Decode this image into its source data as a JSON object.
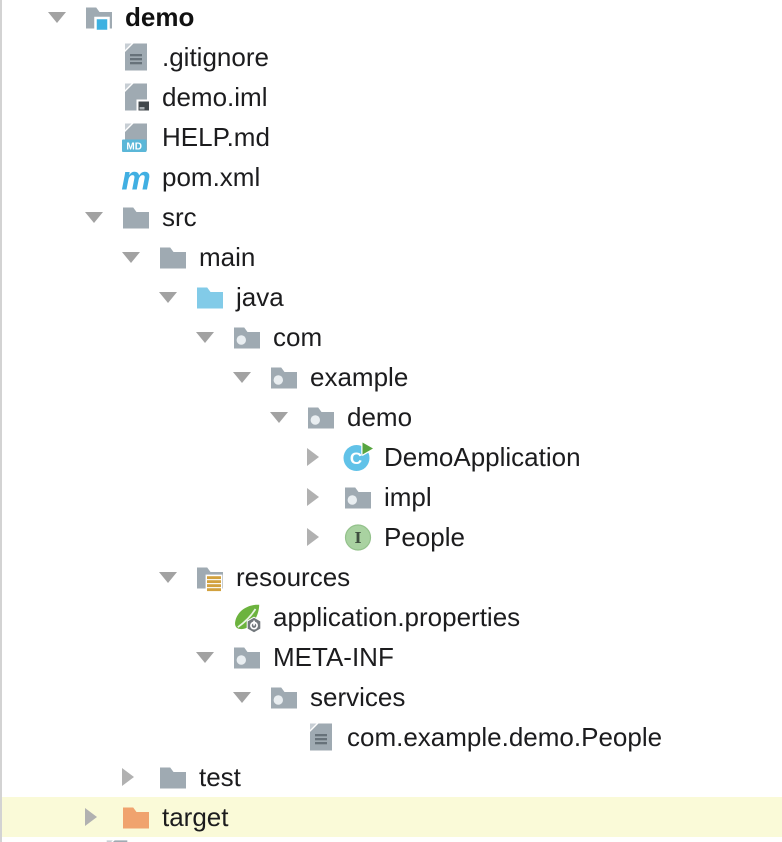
{
  "colors": {
    "background": "#ffffff",
    "panel_border": "#d3d3d3",
    "text": "#1c1c1e",
    "highlight_row_yellow": "#fafad8",
    "chevron_gray": "#a2a2a2",
    "folder_gray": "#9faab2",
    "source_root_blue": "#82cbe8",
    "excluded_folder_orange": "#f0a36e",
    "project_badge_blue": "#3eb1e1",
    "resources_badge_gold": "#d2a13e",
    "maven_blue": "#41afe2",
    "class_circle_blue": "#61c2e8",
    "run_arrow_green": "#57a53f",
    "interface_circle_green": "#a9d2a1",
    "spring_leaf_green": "#6cb33e",
    "md_badge_blue": "#5bb7d8"
  },
  "tree": {
    "rows": [
      {
        "label": "demo",
        "level": 0,
        "chevron": "expanded",
        "icon": "project-folder-icon",
        "bold": true,
        "highlighted": false
      },
      {
        "label": ".gitignore",
        "level": 1,
        "chevron": "none",
        "icon": "text-file-icon",
        "bold": false,
        "highlighted": false
      },
      {
        "label": "demo.iml",
        "level": 1,
        "chevron": "none",
        "icon": "module-file-icon",
        "bold": false,
        "highlighted": false
      },
      {
        "label": "HELP.md",
        "level": 1,
        "chevron": "none",
        "icon": "markdown-file-icon",
        "bold": false,
        "highlighted": false
      },
      {
        "label": "pom.xml",
        "level": 1,
        "chevron": "none",
        "icon": "maven-icon",
        "bold": false,
        "highlighted": false
      },
      {
        "label": "src",
        "level": 1,
        "chevron": "expanded",
        "icon": "folder-icon",
        "bold": false,
        "highlighted": false
      },
      {
        "label": "main",
        "level": 2,
        "chevron": "expanded",
        "icon": "folder-icon",
        "bold": false,
        "highlighted": false
      },
      {
        "label": "java",
        "level": 3,
        "chevron": "expanded",
        "icon": "source-root-folder-icon",
        "bold": false,
        "highlighted": false
      },
      {
        "label": "com",
        "level": 4,
        "chevron": "expanded",
        "icon": "package-folder-icon",
        "bold": false,
        "highlighted": false
      },
      {
        "label": "example",
        "level": 5,
        "chevron": "expanded",
        "icon": "package-folder-icon",
        "bold": false,
        "highlighted": false
      },
      {
        "label": "demo",
        "level": 6,
        "chevron": "expanded",
        "icon": "package-folder-icon",
        "bold": false,
        "highlighted": false
      },
      {
        "label": "DemoApplication",
        "level": 7,
        "chevron": "collapsed",
        "icon": "java-class-runnable-icon",
        "bold": false,
        "highlighted": false
      },
      {
        "label": "impl",
        "level": 7,
        "chevron": "collapsed",
        "icon": "package-folder-icon",
        "bold": false,
        "highlighted": false
      },
      {
        "label": "People",
        "level": 7,
        "chevron": "collapsed",
        "icon": "java-interface-icon",
        "bold": false,
        "highlighted": false
      },
      {
        "label": "resources",
        "level": 3,
        "chevron": "expanded",
        "icon": "resources-root-folder-icon",
        "bold": false,
        "highlighted": false
      },
      {
        "label": "application.properties",
        "level": 4,
        "chevron": "none",
        "icon": "spring-boot-config-icon",
        "bold": false,
        "highlighted": false
      },
      {
        "label": "META-INF",
        "level": 4,
        "chevron": "expanded",
        "icon": "package-folder-icon",
        "bold": false,
        "highlighted": false
      },
      {
        "label": "services",
        "level": 5,
        "chevron": "expanded",
        "icon": "package-folder-icon",
        "bold": false,
        "highlighted": false
      },
      {
        "label": "com.example.demo.People",
        "level": 6,
        "chevron": "none",
        "icon": "text-file-icon",
        "bold": false,
        "highlighted": false
      },
      {
        "label": "test",
        "level": 2,
        "chevron": "collapsed",
        "icon": "folder-icon",
        "bold": false,
        "highlighted": false
      },
      {
        "label": "target",
        "level": 1,
        "chevron": "collapsed",
        "icon": "excluded-folder-icon",
        "bold": false,
        "highlighted": true
      }
    ],
    "partial_next_row": {
      "icon": "text-file-icon"
    }
  }
}
